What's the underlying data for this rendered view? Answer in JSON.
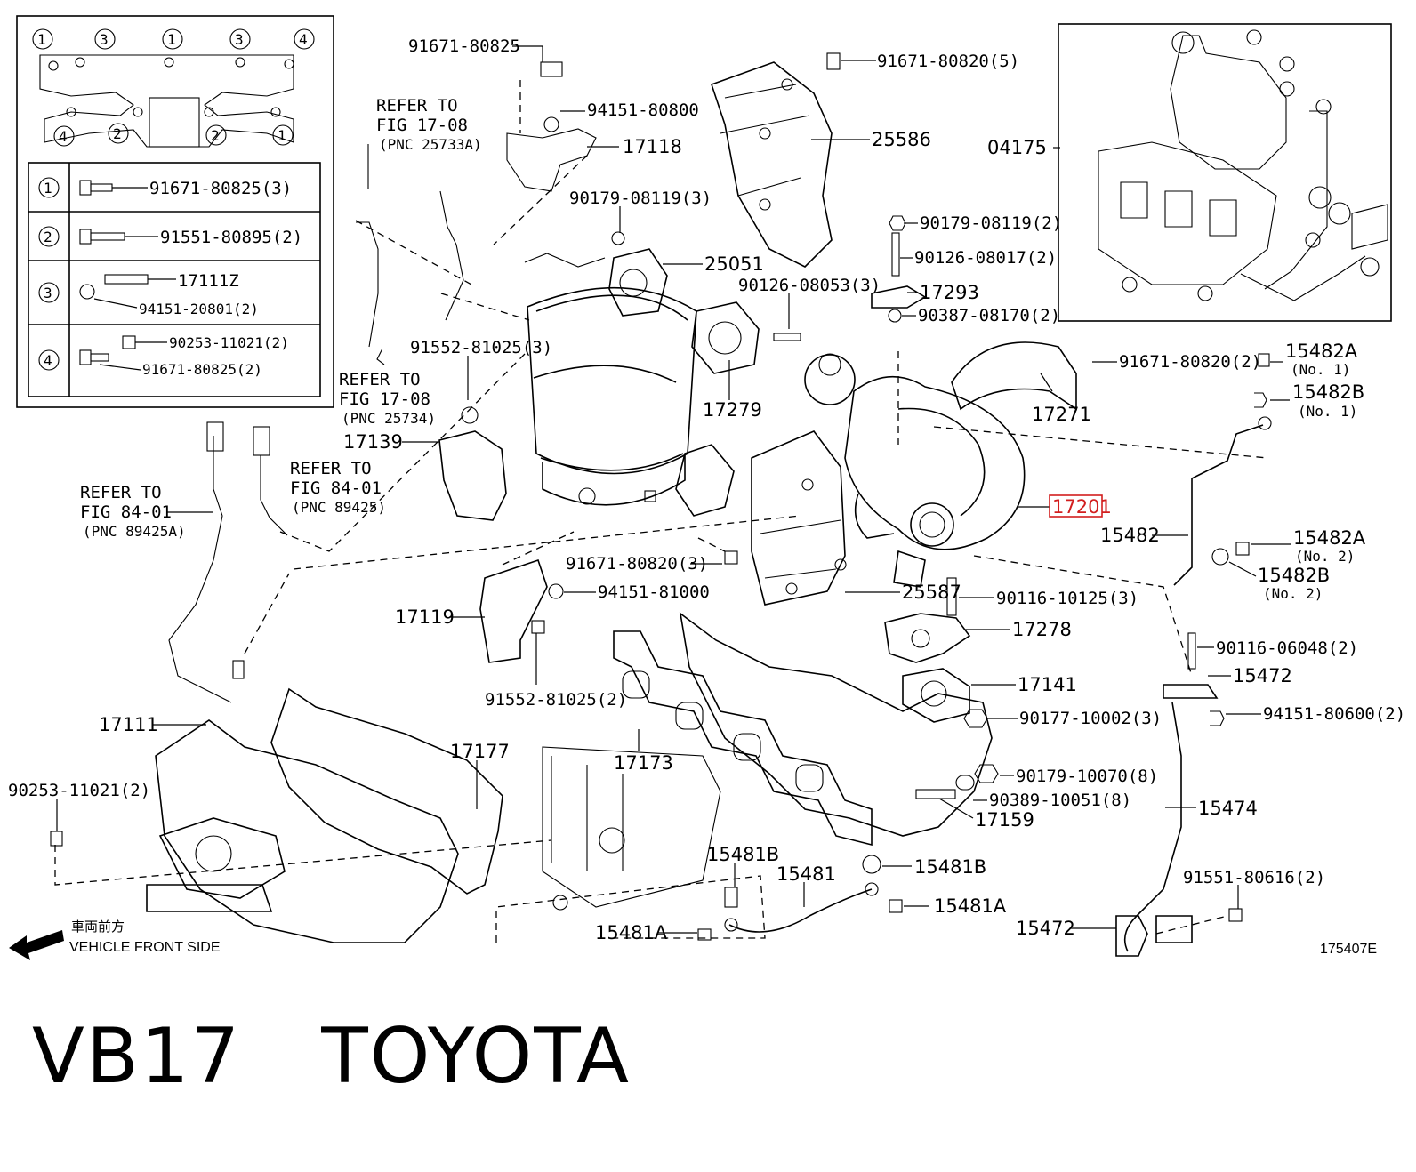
{
  "footer": {
    "model": "VB17",
    "brand": "TOYOTA"
  },
  "figure_id": "175407E",
  "direction": {
    "jp": "車両前方",
    "en": "VEHICLE FRONT SIDE"
  },
  "inset_legend": {
    "nums": [
      "1",
      "3",
      "1",
      "3",
      "4",
      "4",
      "2",
      "2",
      "1"
    ],
    "rows": [
      {
        "n": "1",
        "items": [
          "91671-80825(3)"
        ]
      },
      {
        "n": "2",
        "items": [
          "91551-80895(2)"
        ]
      },
      {
        "n": "3",
        "items": [
          "17111Z",
          "94151-20801(2)"
        ]
      },
      {
        "n": "4",
        "items": [
          "90253-11021(2)",
          "91671-80825(2)"
        ]
      }
    ]
  },
  "refs": {
    "r1": [
      "REFER TO",
      "FIG 17-08",
      "(PNC 25733A)"
    ],
    "r2": [
      "REFER TO",
      "FIG 17-08",
      "(PNC 25734)"
    ],
    "r3": [
      "REFER TO",
      "FIG 84-01",
      "(PNC 89425)"
    ],
    "r4": [
      "REFER TO",
      "FIG 84-01",
      "(PNC 89425A)"
    ]
  },
  "labels": {
    "a": "91671-80825",
    "b": "94151-80800",
    "c": "17118",
    "d": "90179-08119(3)",
    "e": "25051",
    "f": "91552-81025(3)",
    "g": "17139",
    "h": "17279",
    "i": "25586",
    "j": "91671-80820(5)",
    "k": "04175",
    "l": "90179-08119(2)",
    "m": "90126-08017(2)",
    "n": "90126-08053(3)",
    "o": "17293",
    "p": "90387-08170(2)",
    "q": "91671-80820(2)",
    "r": "15482A",
    "r2": "(No. 1)",
    "s": "15482B",
    "s2": "(No. 1)",
    "t": "17271",
    "u": "17201",
    "v": "15482",
    "w": "15482A",
    "w2": "(No. 2)",
    "x": "15482B",
    "x2": "(No. 2)",
    "y": "91671-80820(3)",
    "z": "94151-81000",
    "aa": "17119",
    "ab": "25587",
    "ac": "90116-10125(3)",
    "ad": "17278",
    "ae": "91552-81025(2)",
    "af": "90116-06048(2)",
    "ag": "15472",
    "ah": "17141",
    "ai": "94151-80600(2)",
    "aj": "90177-10002(3)",
    "ak": "17111",
    "al": "17177",
    "am": "17173",
    "an": "90179-10070(8)",
    "ao": "90389-10051(8)",
    "ap": "17159",
    "aq": "15474",
    "ar": "90253-11021(2)",
    "as": "15481B",
    "at": "15481",
    "au": "15481B",
    "av": "91551-80616(2)",
    "aw": "15481A",
    "ax": "15481A",
    "ay": "15472"
  }
}
